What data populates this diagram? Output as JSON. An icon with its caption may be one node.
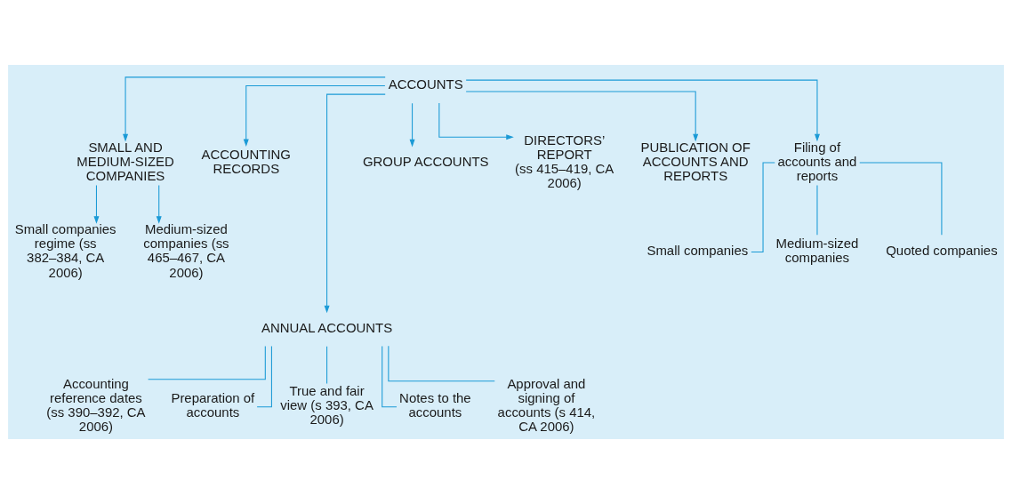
{
  "diagram": {
    "nodes": [
      {
        "text": [
          "ACCOUNTS"
        ]
      },
      {
        "text": [
          "SMALL AND MEDIUM-SIZED COMPANIES"
        ]
      },
      {
        "text": [
          "ACCOUNTING RECORDS"
        ]
      },
      {
        "text": [
          "ANNUAL ACCOUNTS"
        ]
      },
      {
        "text": [
          "GROUP ACCOUNTS"
        ]
      },
      {
        "text": [
          "DIRECTORS’ REPORT",
          "(ss 415–419, CA 2006)"
        ]
      },
      {
        "text": [
          "PUBLICATION OF ACCOUNTS AND REPORTS"
        ]
      },
      {
        "text": [
          "Filing of accounts and reports"
        ]
      },
      {
        "text": [
          "Small companies regime (ss 382–384, CA 2006)"
        ]
      },
      {
        "text": [
          "Medium-sized companies (ss 465–467, CA 2006)"
        ]
      },
      {
        "text": [
          "Small companies"
        ]
      },
      {
        "text": [
          "Medium-sized companies"
        ]
      },
      {
        "text": [
          "Quoted companies"
        ]
      },
      {
        "text": [
          "Accounting reference dates (ss 390–392, CA 2006)"
        ]
      },
      {
        "text": [
          "Preparation of accounts"
        ]
      },
      {
        "text": [
          "True and fair view (s 393, CA 2006)"
        ]
      },
      {
        "text": [
          "Notes to the accounts"
        ]
      },
      {
        "text": [
          "Approval and signing of accounts (s 414, CA 2006)"
        ]
      }
    ],
    "edges": [
      {
        "from": 0,
        "to": 1,
        "arrow": "to"
      },
      {
        "from": 0,
        "to": 2,
        "arrow": "to"
      },
      {
        "from": 0,
        "to": 3,
        "arrow": "to"
      },
      {
        "from": 0,
        "to": 4,
        "arrow": "to"
      },
      {
        "from": 0,
        "to": 5,
        "arrow": "to"
      },
      {
        "from": 0,
        "to": 6,
        "arrow": "to"
      },
      {
        "from": 0,
        "to": 7,
        "arrow": "to"
      },
      {
        "from": 1,
        "to": 8,
        "arrow": "to"
      },
      {
        "from": 1,
        "to": 9,
        "arrow": "to"
      },
      {
        "from": 7,
        "to": 10,
        "arrow": "none"
      },
      {
        "from": 7,
        "to": 11,
        "arrow": "none"
      },
      {
        "from": 7,
        "to": 12,
        "arrow": "none"
      },
      {
        "from": 3,
        "to": 13,
        "arrow": "none"
      },
      {
        "from": 3,
        "to": 14,
        "arrow": "none"
      },
      {
        "from": 3,
        "to": 15,
        "arrow": "none"
      },
      {
        "from": 3,
        "to": 16,
        "arrow": "none"
      },
      {
        "from": 3,
        "to": 17,
        "arrow": "none"
      }
    ]
  }
}
